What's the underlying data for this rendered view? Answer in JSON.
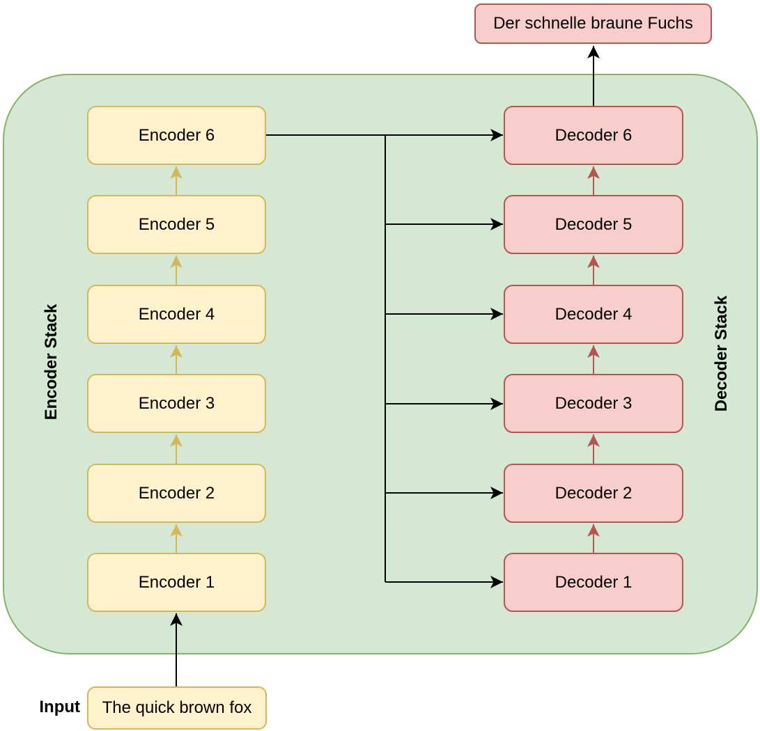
{
  "diagram": {
    "title": "Transformer encoder-decoder stack diagram",
    "output_box": {
      "label": "Der schnelle braune Fuchs"
    },
    "input_label": "Input",
    "input_box": {
      "label": "The quick brown fox"
    },
    "encoder_stack": {
      "label": "Encoder Stack",
      "boxes": [
        {
          "label": "Encoder 6"
        },
        {
          "label": "Encoder 5"
        },
        {
          "label": "Encoder 4"
        },
        {
          "label": "Encoder 3"
        },
        {
          "label": "Encoder 2"
        },
        {
          "label": "Encoder 1"
        }
      ]
    },
    "decoder_stack": {
      "label": "Decoder Stack",
      "boxes": [
        {
          "label": "Decoder 6"
        },
        {
          "label": "Decoder 5"
        },
        {
          "label": "Decoder 4"
        },
        {
          "label": "Decoder 3"
        },
        {
          "label": "Decoder 2"
        },
        {
          "label": "Decoder 1"
        }
      ]
    },
    "colors": {
      "container_fill": "#d5e8d4",
      "container_stroke": "#82b366",
      "encoder_fill": "#fff2cc",
      "encoder_stroke": "#d6b656",
      "decoder_fill": "#f8cecc",
      "decoder_stroke": "#b85450",
      "connector_black": "#000000",
      "text": "#000000"
    }
  }
}
